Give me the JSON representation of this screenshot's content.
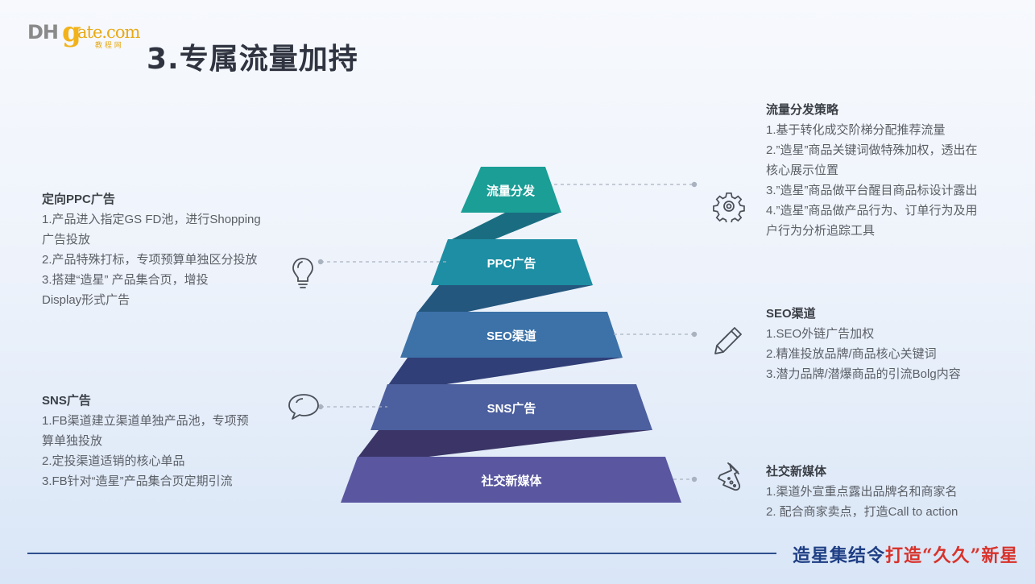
{
  "logo": {
    "dh": "DH",
    "g": "g",
    "com": "ate.com",
    "cn": "教 程 网"
  },
  "title": "3.专属流量加持",
  "pyramid": [
    {
      "label": "流量分发",
      "color": "#1a9e96"
    },
    {
      "label": "PPC广告",
      "color": "#1d8ea4"
    },
    {
      "label": "SEO渠道",
      "color": "#3c72a8"
    },
    {
      "label": "SNS广告",
      "color": "#4c5f9e"
    },
    {
      "label": "社交新媒体",
      "color": "#5a57a0"
    }
  ],
  "right": [
    {
      "heading": "流量分发策略",
      "lines": [
        "1.基于转化成交阶梯分配推荐流量",
        "2.”造星”商品关键词做特殊加权，透出在",
        "核心展示位置",
        "3.”造星”商品做平台醒目商品标设计露出",
        "4.”造星”商品做产品行为、订单行为及用",
        "户行为分析追踪工具"
      ],
      "icon": "gear-icon"
    },
    {
      "heading": "SEO渠道",
      "lines": [
        "1.SEO外链广告加权",
        "2.精准投放品牌/商品核心关键词",
        "3.潜力品牌/潜爆商品的引流Bolg内容"
      ],
      "icon": "pencil-icon"
    },
    {
      "heading": "社交新媒体",
      "lines": [
        "1.渠道外宣重点露出品牌名和商家名",
        "2. 配合商家卖点，打造Call to action"
      ],
      "icon": "flask-icon"
    }
  ],
  "left": [
    {
      "heading": "定向PPC广告",
      "lines": [
        "1.产品进入指定GS FD池，进行Shopping",
        "广告投放",
        "2.产品特殊打标，专项预算单独区分投放",
        "3.搭建“造星” 产品集合页，增投",
        "Display形式广告"
      ],
      "icon": "lightbulb-icon"
    },
    {
      "heading": "SNS广告",
      "lines": [
        "1.FB渠道建立渠道单独产品池，专项预",
        "算单独投放",
        "2.定投渠道适销的核心单品",
        "3.FB针对“造星”产品集合页定期引流"
      ],
      "icon": "speech-bubble-icon"
    }
  ],
  "footer": {
    "slogan_a": "造星集结令",
    "slogan_b": "打造“久久”新星"
  }
}
